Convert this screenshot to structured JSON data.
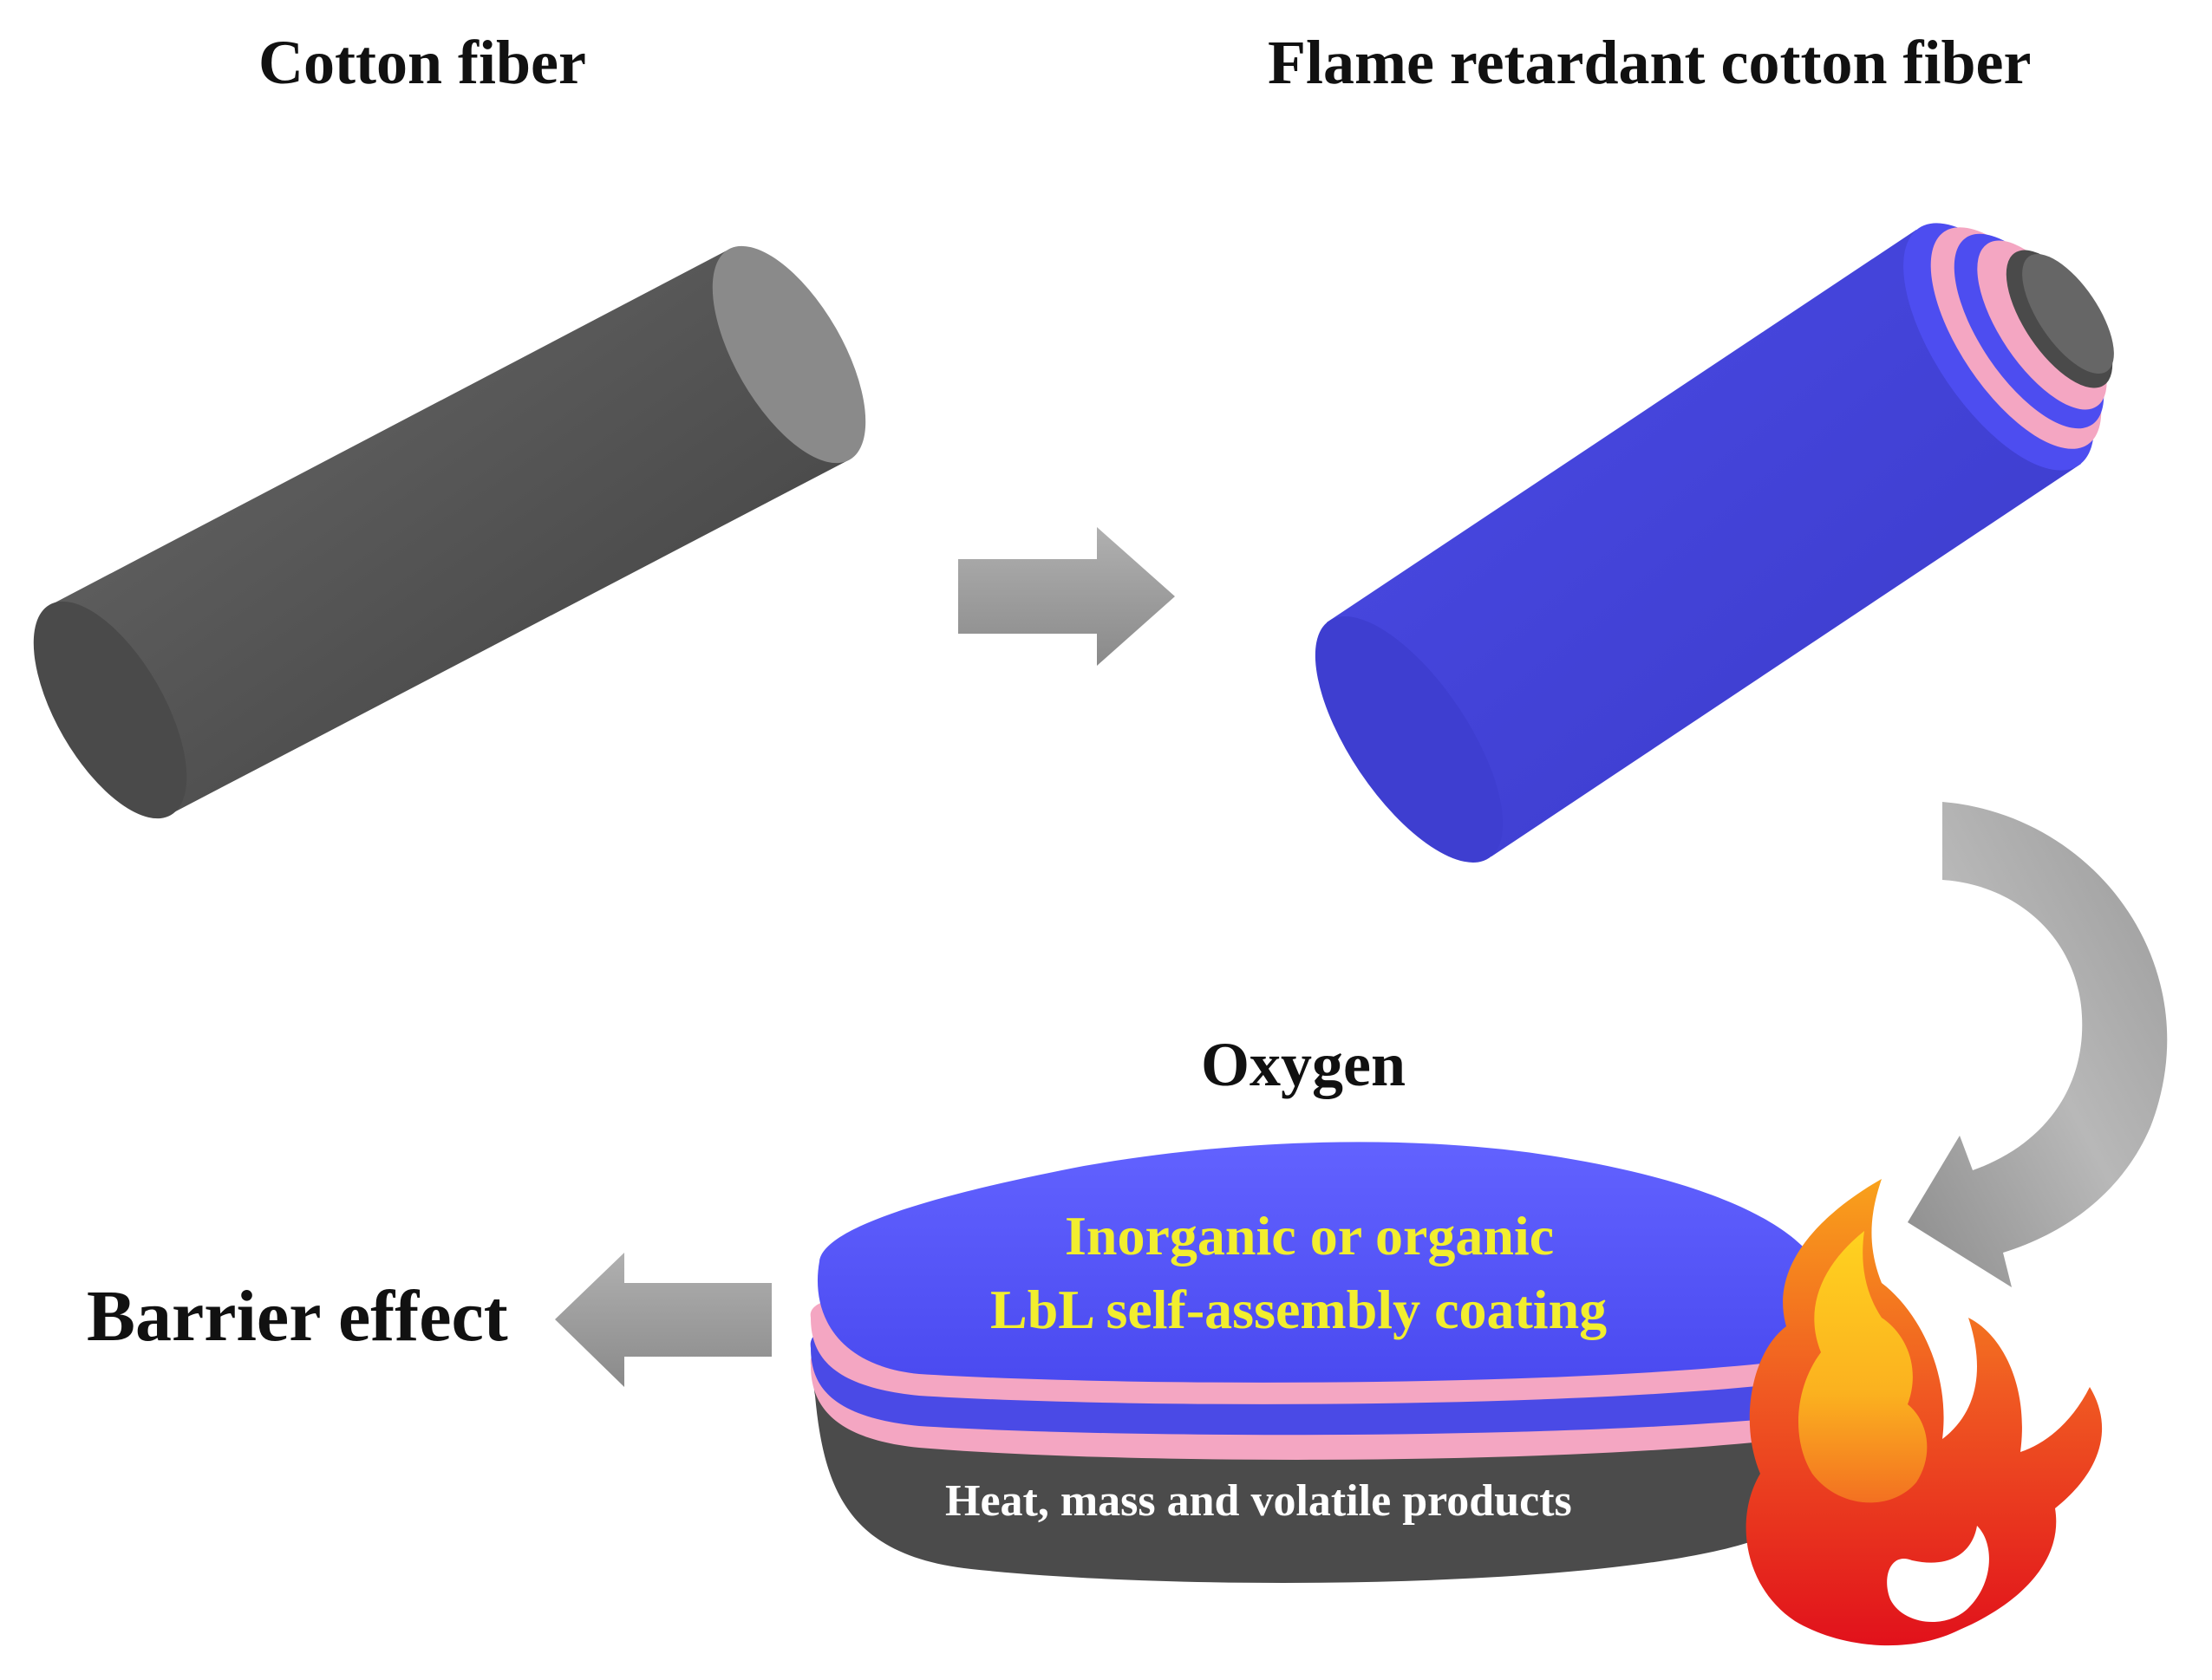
{
  "labels": {
    "cotton_fiber": "Cotton fiber",
    "flame_retardant_fiber": "Flame retardant cotton fiber",
    "oxygen": "Oxygen",
    "barrier_effect": "Barrier effect",
    "coating_line1": "Inorganic or organic",
    "coating_line2": "LbL self-assembly coating",
    "heat_products": "Heat, mass and volatile products"
  },
  "colors": {
    "cotton_gray": "#555555",
    "coating_blue": "#4646d8",
    "layer_pink": "#f4a6c2",
    "arrow_gray": "#9a9a9a",
    "text_yellow": "#f2ee2e",
    "flame_red": "#e8141c",
    "flame_orange": "#f58220",
    "flame_yellow": "#fde021"
  },
  "icons": [
    "right-arrow-icon",
    "curved-arrow-icon",
    "left-arrow-icon",
    "flame-icon"
  ]
}
